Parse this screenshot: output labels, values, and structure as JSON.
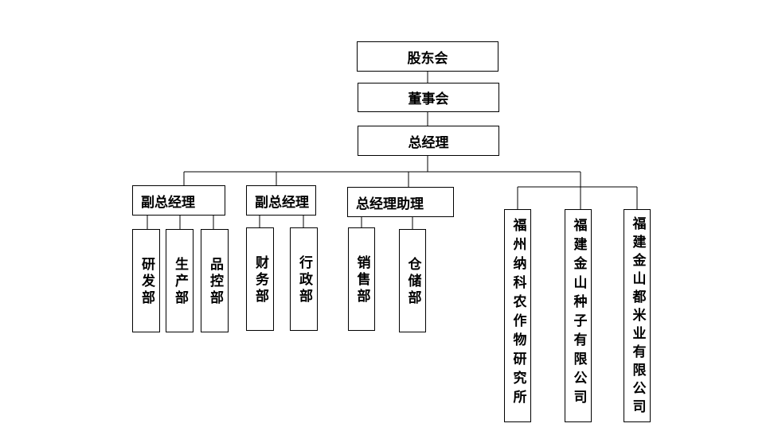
{
  "org": {
    "shareholders": "股东会",
    "board": "董事会",
    "gm": "总经理",
    "vp1": "副总经理",
    "vp2": "副总经理",
    "gm_assistant": "总经理助理",
    "dept_rd": "研发部",
    "dept_production": "生产部",
    "dept_qc": "品控部",
    "dept_finance": "财务部",
    "dept_admin": "行政部",
    "dept_sales": "销售部",
    "dept_warehouse": "仓储部",
    "sub_research": "福州纳科农作物研究所",
    "sub_seed": "福建金山种子有限公司",
    "sub_rice": "福建金山都米业有限公司"
  }
}
